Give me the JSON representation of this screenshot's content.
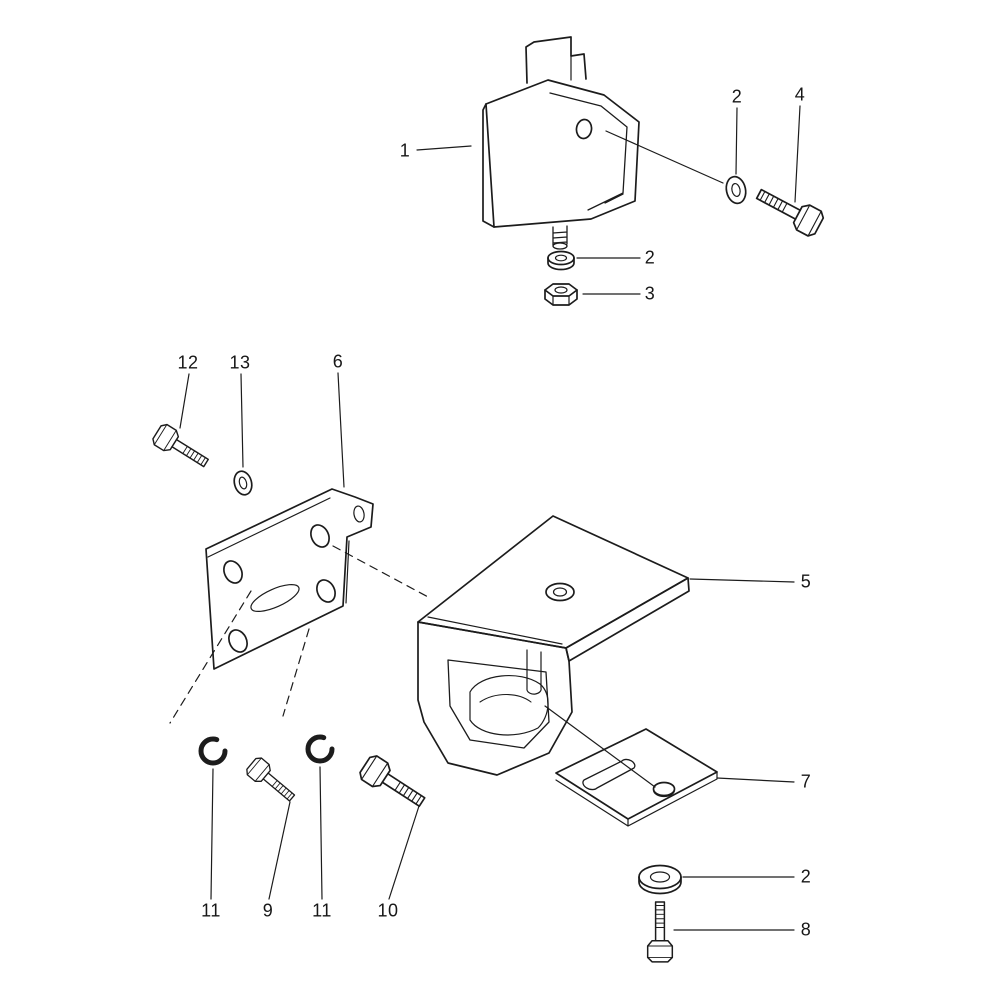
{
  "diagram": {
    "type": "exploded-parts-diagram",
    "subject": "engine-transmission-mount-assembly",
    "background_color": "#ffffff",
    "line_color": "#1c1c1c",
    "callouts": [
      {
        "label": "1",
        "part": "engine-mount"
      },
      {
        "label": "2",
        "part": "washer-upper"
      },
      {
        "label": "4",
        "part": "hex-bolt-upper"
      },
      {
        "label": "2",
        "part": "washer-under-mount"
      },
      {
        "label": "3",
        "part": "hex-nut"
      },
      {
        "label": "12",
        "part": "hex-bolt-left"
      },
      {
        "label": "13",
        "part": "washer-left"
      },
      {
        "label": "6",
        "part": "bracket-plate"
      },
      {
        "label": "5",
        "part": "support-bracket"
      },
      {
        "label": "7",
        "part": "retaining-plate"
      },
      {
        "label": "2",
        "part": "washer-lower"
      },
      {
        "label": "8",
        "part": "hex-bolt-lower"
      },
      {
        "label": "11",
        "part": "circlip-left"
      },
      {
        "label": "9",
        "part": "hex-bolt-short"
      },
      {
        "label": "11",
        "part": "circlip-right"
      },
      {
        "label": "10",
        "part": "hex-bolt-long"
      }
    ]
  }
}
